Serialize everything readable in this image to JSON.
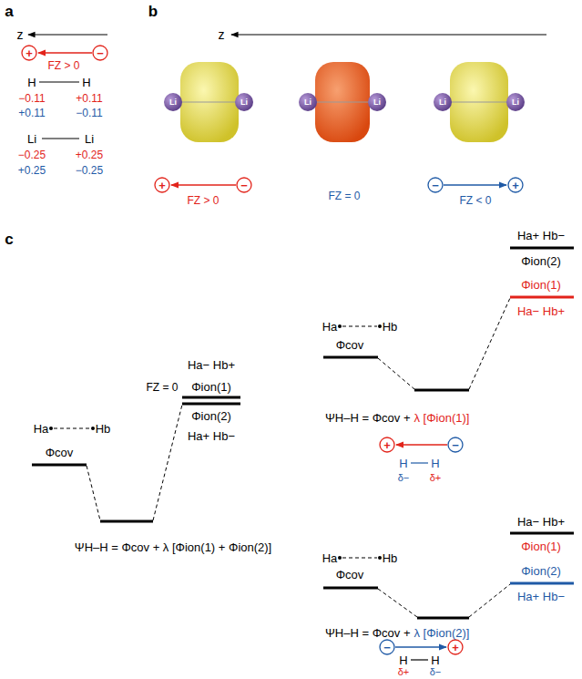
{
  "diagram": {
    "labels": [
      "a",
      "z",
      "+",
      "−",
      "FZ > 0",
      "H",
      "H",
      "−0.11",
      "+0.11",
      "+0.11",
      "−0.11",
      "Li",
      "Li",
      "−0.25",
      "+0.25",
      "+0.25",
      "−0.25",
      "b",
      "z",
      "Li",
      "Li",
      "Li",
      "Li",
      "Li",
      "Li",
      "+",
      "−",
      "FZ > 0",
      "FZ = 0",
      "−",
      "+",
      "FZ < 0",
      "c",
      "FZ = 0",
      "Ha",
      "Hb",
      "Φcov",
      "Ha− Hb+",
      "Φion(1)",
      "Φion(2)",
      "Ha+ Hb−",
      "ΨH–H = Φcov + λ [Φion(1) + Φion(2)]",
      "Ha+ Hb−",
      "Φion(2)",
      "Φion(1)",
      "Ha− Hb+",
      "Ha",
      "Hb",
      "Φcov",
      "ΨH–H = Φcov +",
      "λ [Φion(1)]",
      "+",
      "−",
      "H",
      "H",
      "δ−",
      "δ+",
      "Ha− Hb+",
      "Φion(1)",
      "Φion(2)",
      "Ha+ Hb−",
      "Ha",
      "Hb",
      "Φcov",
      "ΨH–H = Φcov +",
      "λ [Φion(2)]",
      "−",
      "+",
      "H",
      "H",
      "δ+",
      "δ−"
    ]
  }
}
